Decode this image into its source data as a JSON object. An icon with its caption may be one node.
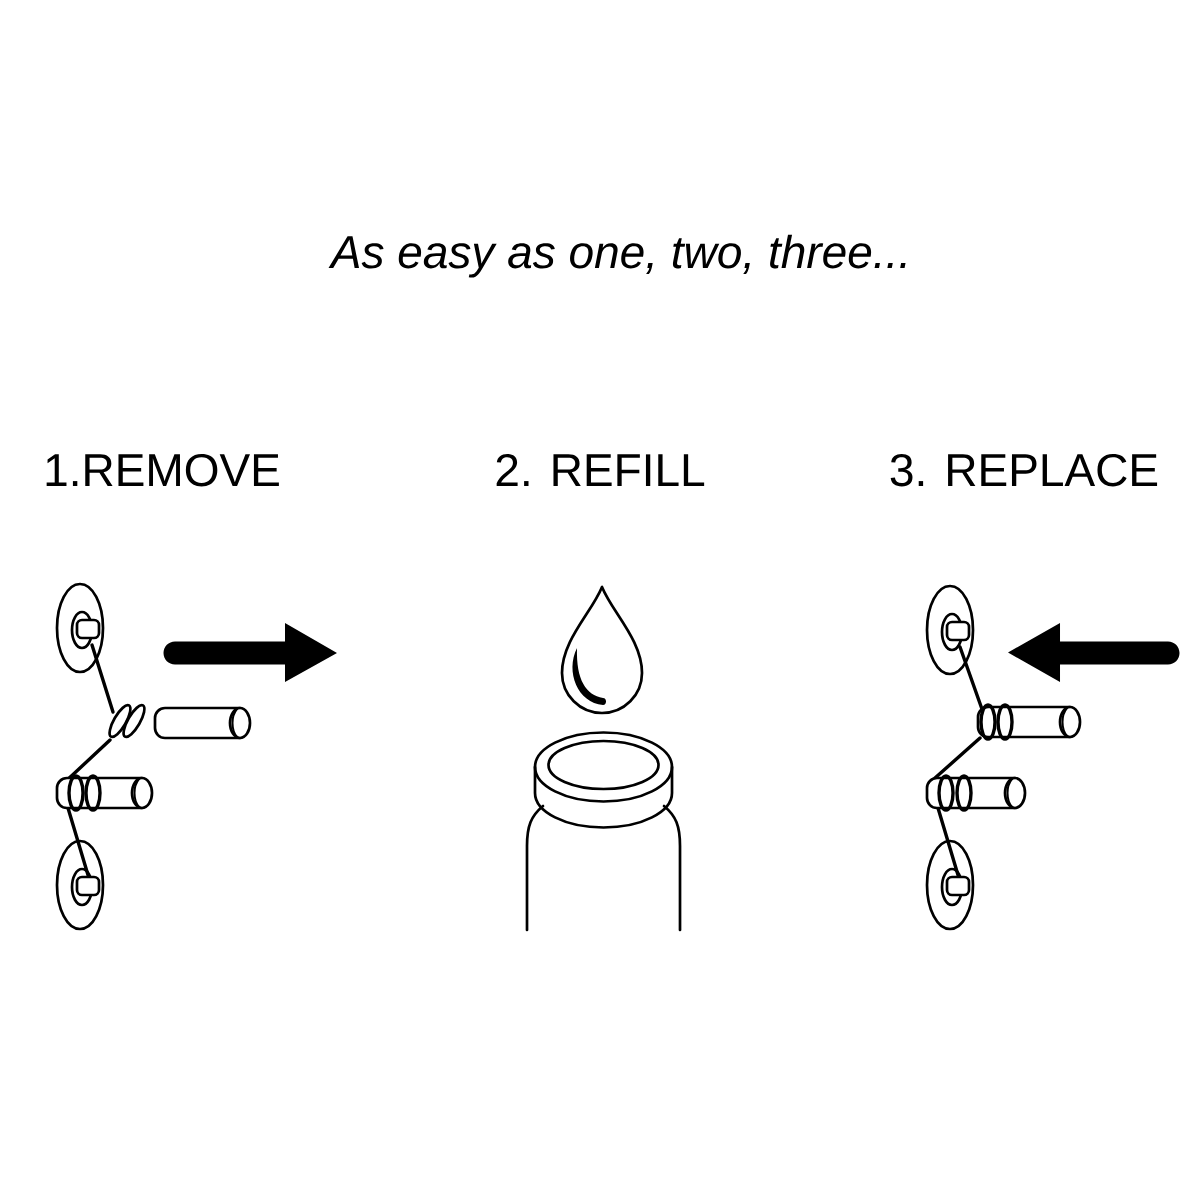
{
  "diagram": {
    "title": "As easy as one, two, three...",
    "labels": [
      "1.REMOVE",
      "2. REFILL",
      "3. REPLACE"
    ]
  }
}
